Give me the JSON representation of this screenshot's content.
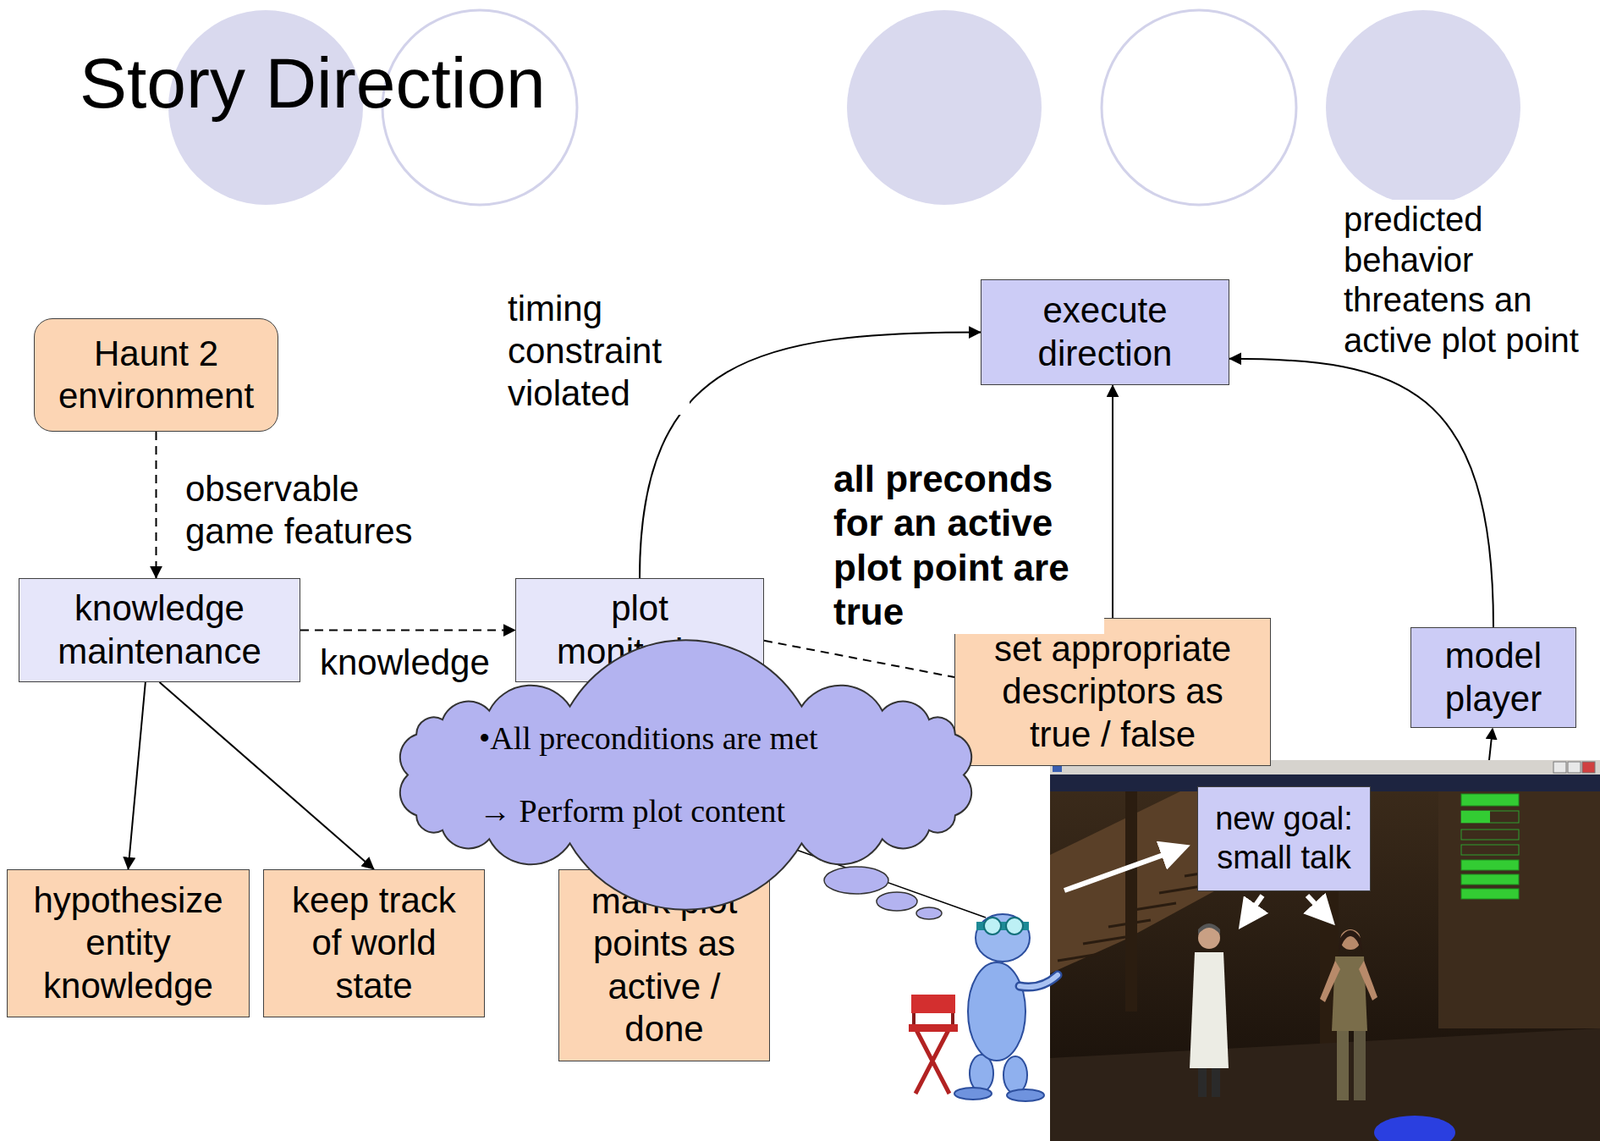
{
  "diagram": {
    "title": "Story Direction",
    "nodes": [
      {
        "text": [
          "Haunt 2 environment"
        ]
      },
      {
        "text": [
          "knowledge maintenance"
        ]
      },
      {
        "text": [
          "plot monitoring"
        ]
      },
      {
        "text": [
          "execute direction"
        ]
      },
      {
        "text": [
          "model player"
        ]
      },
      {
        "text": [
          "hypothesize entity knowledge"
        ]
      },
      {
        "text": [
          "keep track of world state"
        ]
      },
      {
        "text": [
          "set appropriate descriptors as true / false"
        ]
      },
      {
        "text": [
          "mark plot points as active / done"
        ]
      },
      {
        "text": [
          "•All preconditions are met",
          "→ Perform plot content"
        ]
      },
      {
        "text": [
          "new goal: small talk"
        ]
      }
    ],
    "edges": [
      {
        "from": 0,
        "to": 1,
        "label": "observable game features",
        "arrow": "to"
      },
      {
        "from": 1,
        "to": 2,
        "label": "knowledge",
        "arrow": "to"
      },
      {
        "from": 1,
        "to": 5,
        "arrow": "to"
      },
      {
        "from": 1,
        "to": 6,
        "arrow": "to"
      },
      {
        "from": 2,
        "to": 3,
        "label": "timing constraint violated",
        "arrow": "to"
      },
      {
        "from": 7,
        "to": 3,
        "label": "all preconds for an active plot point are true",
        "arrow": "to"
      },
      {
        "from": 4,
        "to": 3,
        "label": "predicted behavior threatens an active plot point",
        "arrow": "to"
      },
      {
        "from": 2,
        "to": 7,
        "arrow": "none"
      }
    ]
  }
}
